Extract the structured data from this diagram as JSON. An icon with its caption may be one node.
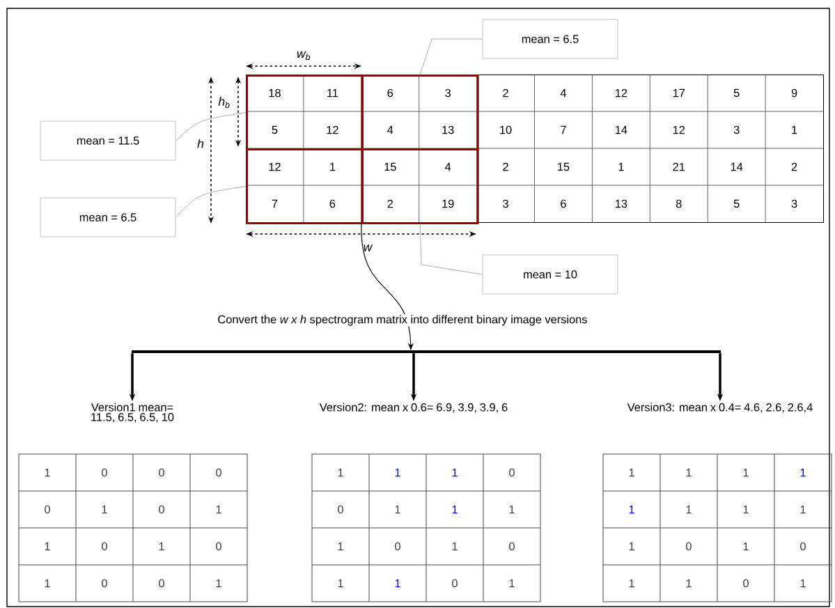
{
  "diagram": {
    "nodes": [
      {
        "text": [
          "mean = 6.5"
        ]
      },
      {
        "text": [
          "mean = 11.5"
        ]
      },
      {
        "text": [
          "mean = 6.5"
        ]
      },
      {
        "text": [
          "mean = 10"
        ]
      },
      {
        "text": [],
        "shape": "box"
      },
      {
        "text": [],
        "shape": "box",
        "in": 4
      },
      {
        "text": [],
        "shape": "box",
        "in": 4
      },
      {
        "text": [],
        "shape": "box",
        "in": 4
      },
      {
        "text": [],
        "shape": "box",
        "in": 4
      },
      {
        "text": [],
        "shape": "bar"
      },
      {
        "text": [
          "Version1 mean= 11.5, 6.5, 6.5, 10"
        ]
      },
      {
        "text": [
          "Version2: mean x 0.6= 6.9, 3.9, 3.9, 6"
        ]
      },
      {
        "text": [
          "Version3: mean x 0.4= 4.6, 2.6, 2.6,4"
        ]
      }
    ],
    "edges": [
      {
        "from": 0,
        "to": 6,
        "arrow": "none",
        "color": "#999999"
      },
      {
        "from": 1,
        "to": 5,
        "arrow": "none",
        "color": "#999999"
      },
      {
        "from": 2,
        "to": 7,
        "arrow": "none",
        "color": "#999999"
      },
      {
        "from": 3,
        "to": 8,
        "arrow": "none",
        "color": "#999999"
      },
      {
        "from": 4,
        "to": 9,
        "arrow": "to",
        "color": "#000000"
      },
      {
        "from": 9,
        "to": 10,
        "arrow": "to",
        "style": "thick",
        "color": "#000000"
      },
      {
        "from": 9,
        "to": 11,
        "arrow": "to",
        "style": "thick",
        "color": "#000000"
      },
      {
        "from": 9,
        "to": 12,
        "arrow": "to",
        "style": "thick",
        "color": "#000000"
      }
    ],
    "labels": [
      "w$_{b}$",
      "h$_{b}$",
      "h",
      "18",
      "11",
      "6",
      "3",
      "2",
      "4",
      "12",
      "17",
      "5",
      "9",
      "5",
      "12",
      "4",
      "13",
      "10",
      "7",
      "14",
      "12",
      "3",
      "1",
      "12",
      "1",
      "15",
      "4",
      "2",
      "15",
      "1",
      "21",
      "14",
      "2",
      "7",
      "6",
      "2",
      "19",
      "3",
      "6",
      "13",
      "8",
      "5",
      "3",
      "w",
      "Convert the *w x h* spectrogram matrix into different binary image versions",
      "1",
      "0",
      "0",
      "0",
      "0",
      "1",
      "0",
      "1",
      "1",
      "0",
      "1",
      "0",
      "1",
      "0",
      "0",
      "1",
      "1",
      "1",
      "1",
      "0",
      "0",
      "1",
      "1",
      "1",
      "1",
      "0",
      "1",
      "0",
      "1",
      "1",
      "0",
      "1",
      "1",
      "1",
      "1",
      "1",
      "1",
      "1",
      "1",
      "1",
      "1",
      "0",
      "1",
      "0",
      "1",
      "1",
      "0",
      "1"
    ]
  }
}
